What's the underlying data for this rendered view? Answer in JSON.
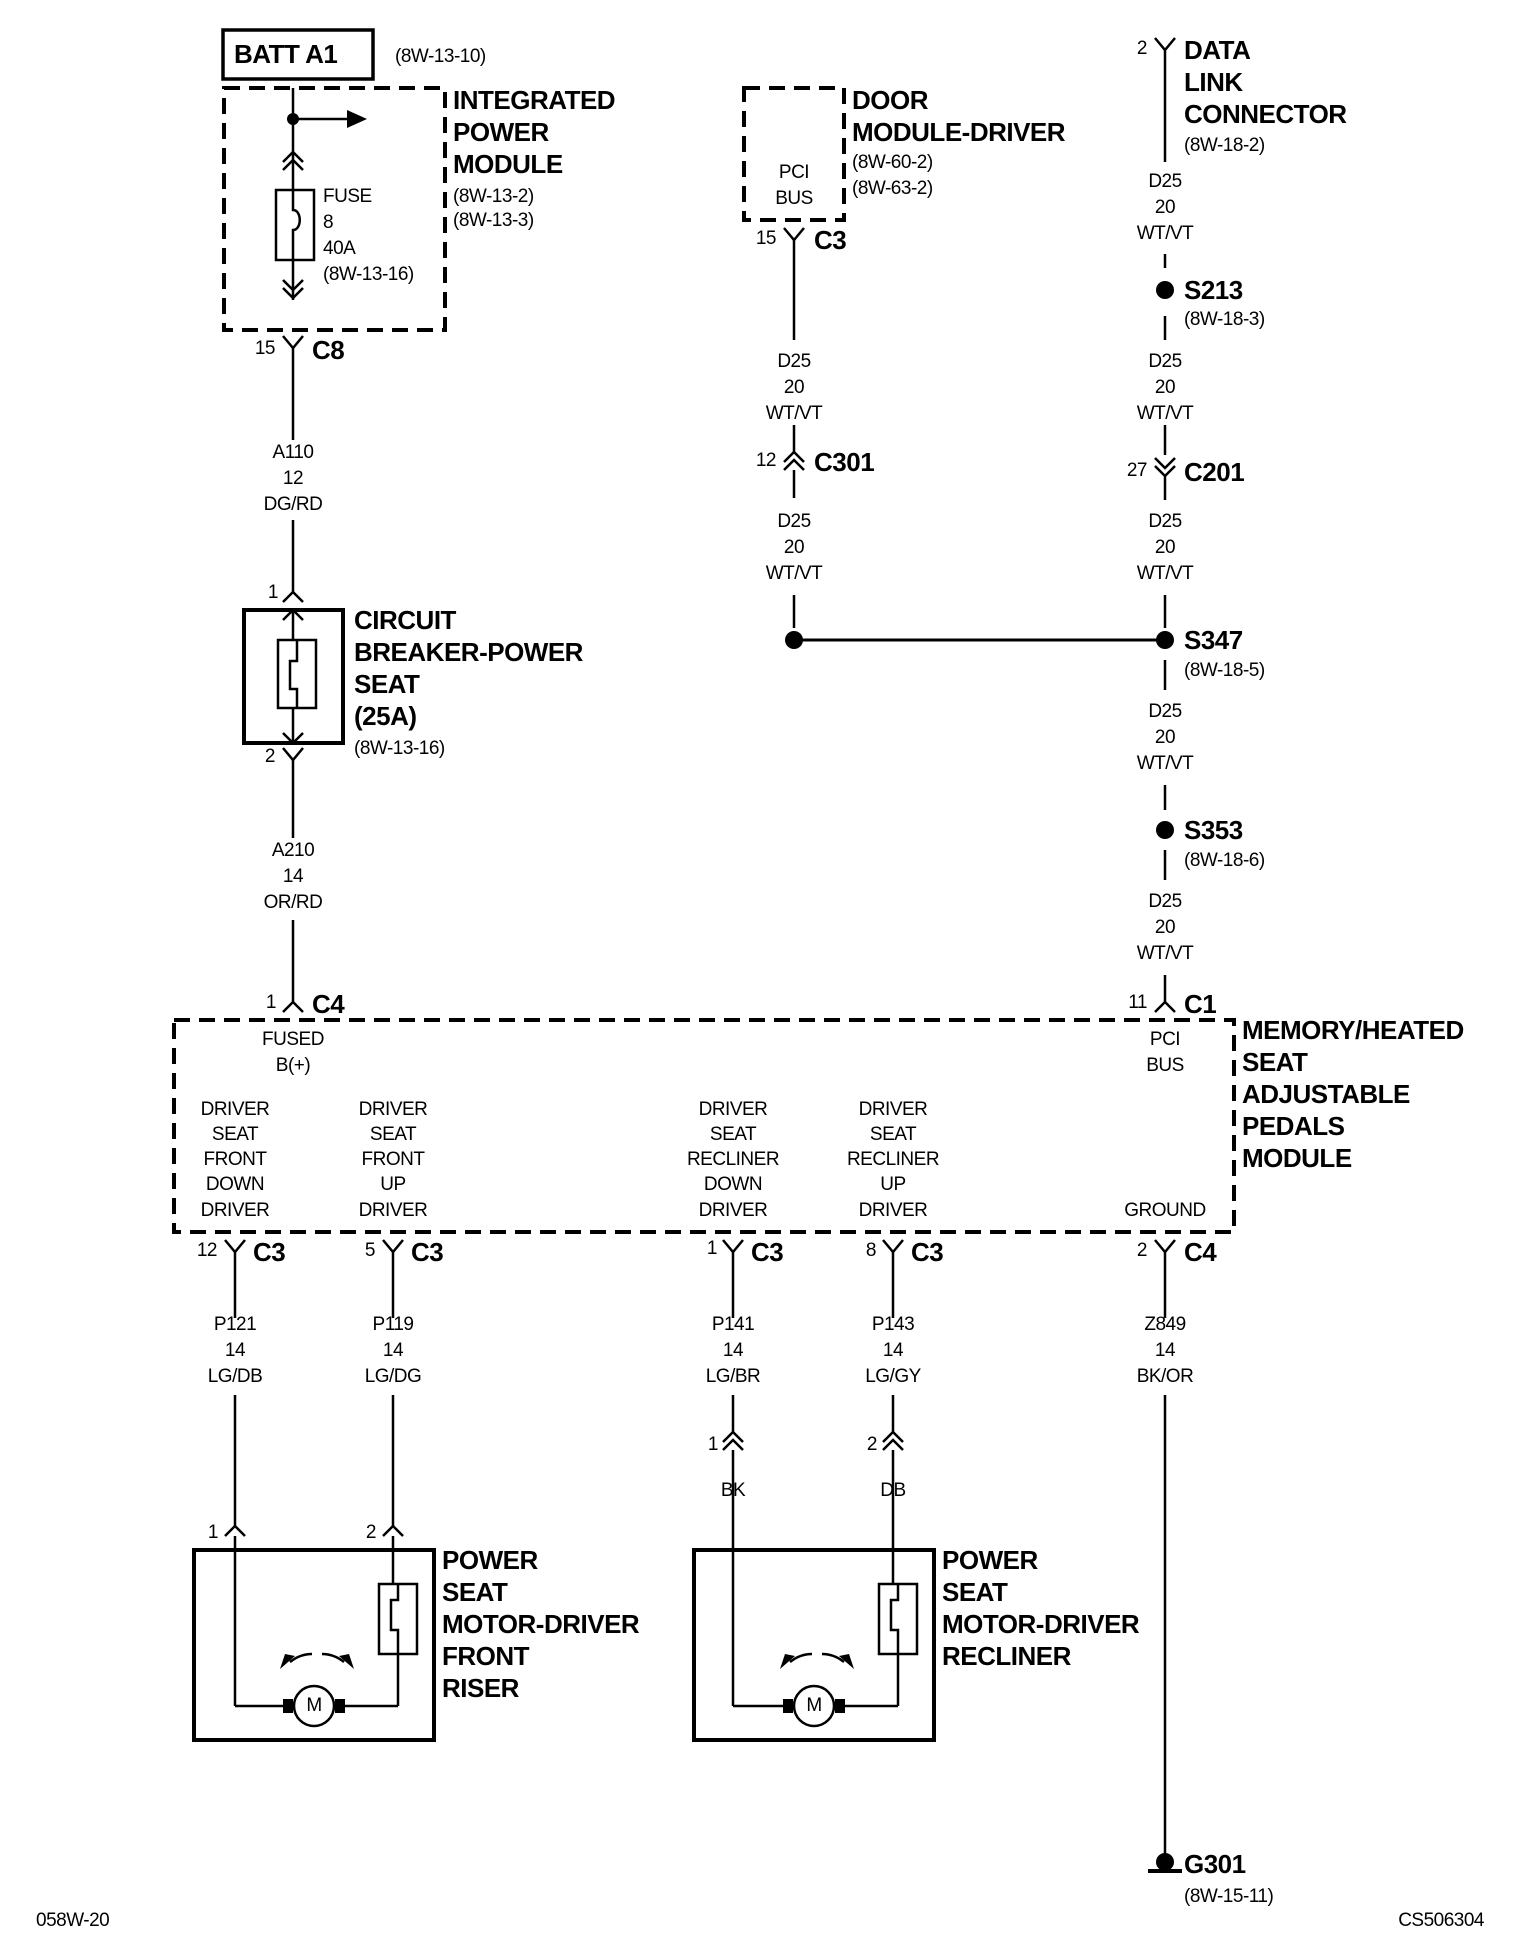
{
  "batt_box": {
    "label": "BATT A1",
    "ref": "(8W-13-10)"
  },
  "integrated_power_module": {
    "name": [
      "INTEGRATED",
      "POWER",
      "MODULE"
    ],
    "refs": [
      "(8W-13-2)",
      "(8W-13-3)"
    ],
    "fuse": [
      "FUSE",
      "8",
      "40A",
      "(8W-13-16)"
    ],
    "pin": "15",
    "connector": "C8"
  },
  "wire_a110": [
    "A110",
    "12",
    "DG/RD"
  ],
  "circuit_breaker": {
    "name": [
      "CIRCUIT",
      "BREAKER-POWER",
      "SEAT",
      "(25A)"
    ],
    "ref": "(8W-13-16)",
    "pin_in": "1",
    "pin_out": "2"
  },
  "wire_a210": [
    "A210",
    "14",
    "OR/RD"
  ],
  "door_module": {
    "name": [
      "DOOR",
      "MODULE-DRIVER"
    ],
    "refs": [
      "(8W-60-2)",
      "(8W-63-2)"
    ],
    "inner": [
      "PCI",
      "BUS"
    ],
    "pin": "15",
    "connector": "C3"
  },
  "door_wire_upper": [
    "D25",
    "20",
    "WT/VT"
  ],
  "c301": {
    "pin": "12",
    "connector": "C301"
  },
  "door_wire_lower": [
    "D25",
    "20",
    "WT/VT"
  ],
  "dlc": {
    "pin": "2",
    "name": [
      "DATA",
      "LINK",
      "CONNECTOR"
    ],
    "ref": "(8W-18-2)"
  },
  "dlc_wire": [
    "D25",
    "20",
    "WT/VT"
  ],
  "s213": {
    "label": "S213",
    "ref": "(8W-18-3)"
  },
  "s213_wire": [
    "D25",
    "20",
    "WT/VT"
  ],
  "c201": {
    "pin": "27",
    "connector": "C201"
  },
  "c201_wire": [
    "D25",
    "20",
    "WT/VT"
  ],
  "s347": {
    "label": "S347",
    "ref": "(8W-18-5)"
  },
  "s347_wire": [
    "D25",
    "20",
    "WT/VT"
  ],
  "s353": {
    "label": "S353",
    "ref": "(8W-18-6)"
  },
  "s353_wire": [
    "D25",
    "20",
    "WT/VT"
  ],
  "memory_module": {
    "name": [
      "MEMORY/HEATED",
      "SEAT",
      "ADJUSTABLE",
      "PEDALS",
      "MODULE"
    ],
    "top_left": {
      "pin": "1",
      "connector": "C4",
      "label": [
        "FUSED",
        "B(+)"
      ]
    },
    "top_right": {
      "pin": "11",
      "connector": "C1",
      "label": [
        "PCI",
        "BUS"
      ]
    },
    "outputs": [
      {
        "label": [
          "DRIVER",
          "SEAT",
          "FRONT",
          "DOWN",
          "DRIVER"
        ],
        "pin": "12",
        "connector": "C3",
        "wire": [
          "P121",
          "14",
          "LG/DB"
        ]
      },
      {
        "label": [
          "DRIVER",
          "SEAT",
          "FRONT",
          "UP",
          "DRIVER"
        ],
        "pin": "5",
        "connector": "C3",
        "wire": [
          "P119",
          "14",
          "LG/DG"
        ]
      },
      {
        "label": [
          "DRIVER",
          "SEAT",
          "RECLINER",
          "DOWN",
          "DRIVER"
        ],
        "pin": "1",
        "connector": "C3",
        "wire": [
          "P141",
          "14",
          "LG/BR"
        ]
      },
      {
        "label": [
          "DRIVER",
          "SEAT",
          "RECLINER",
          "UP",
          "DRIVER"
        ],
        "pin": "8",
        "connector": "C3",
        "wire": [
          "P143",
          "14",
          "LG/GY"
        ]
      },
      {
        "label": [
          "GROUND"
        ],
        "pin": "2",
        "connector": "C4",
        "wire": [
          "Z849",
          "14",
          "BK/OR"
        ]
      }
    ]
  },
  "recliner_conn": {
    "pin1": "1",
    "color1": "BK",
    "pin2": "2",
    "color2": "DB"
  },
  "motor_front": {
    "name": [
      "POWER",
      "SEAT",
      "MOTOR-DRIVER",
      "FRONT",
      "RISER"
    ],
    "pin1": "1",
    "pin2": "2",
    "motor": "M"
  },
  "motor_recliner": {
    "name": [
      "POWER",
      "SEAT",
      "MOTOR-DRIVER",
      "RECLINER"
    ],
    "motor": "M"
  },
  "g301": {
    "label": "G301",
    "ref": "(8W-15-11)"
  },
  "footer": {
    "left": "058W-20",
    "right": "CS506304"
  }
}
